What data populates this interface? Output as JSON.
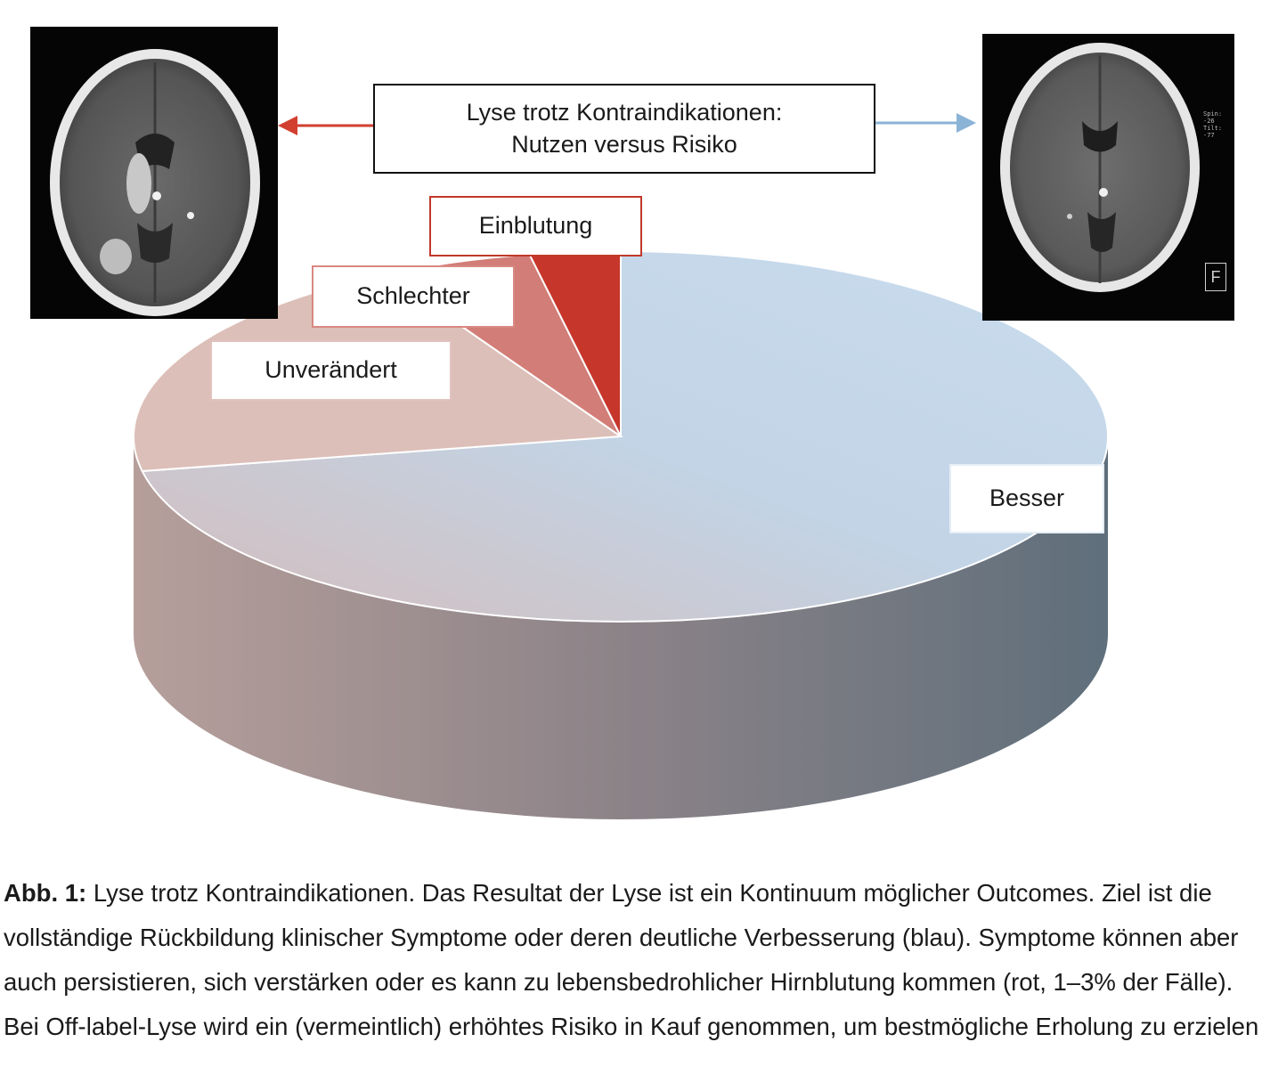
{
  "title_box": {
    "line1": "Lyse trotz Kontraindikationen:",
    "line2": "Nutzen versus Risiko"
  },
  "colors": {
    "besser": "#c0d6e9",
    "unveraendert": "#dcbfb8",
    "schlechter": "#d27d77",
    "einblutung": "#c7362b",
    "arrow_left": "#d23f2f",
    "arrow_right": "#8bb3d6"
  },
  "images": {
    "left": "ct-scan-hemorrhage-image",
    "right": "ct-scan-normal-image",
    "right_overlay": [
      "Spin: -26",
      "Tilt: -77"
    ],
    "right_corner_mark": "F"
  },
  "chart_data": {
    "type": "pie",
    "style": "3d",
    "start": "12 o'clock, clockwise",
    "slices": [
      {
        "label": "Besser",
        "value": 72,
        "color": "#c0d6e9"
      },
      {
        "label": "Unverändert",
        "value": 20,
        "color": "#dcbfb8"
      },
      {
        "label": "Schlechter",
        "value": 5,
        "color": "#d27d77"
      },
      {
        "label": "Einblutung",
        "value": 3,
        "color": "#c7362b"
      }
    ]
  },
  "caption": {
    "label": "Abb. 1:",
    "text": " Lyse trotz Kontraindikationen. Das Resultat der Lyse ist ein Kontinuum möglicher Outcomes. Ziel ist die vollständige Rückbildung klinischer Symptome oder deren deutliche Verbesserung (blau). Symptome können aber auch persistieren, sich verstärken oder es kann zu lebensbedrohlicher Hirnblutung kommen (rot, 1–3% der Fälle). Bei Off-label-Lyse wird ein (vermeintlich) erhöhtes Risiko in Kauf genommen, um bestmögliche Erholung zu erzielen"
  }
}
